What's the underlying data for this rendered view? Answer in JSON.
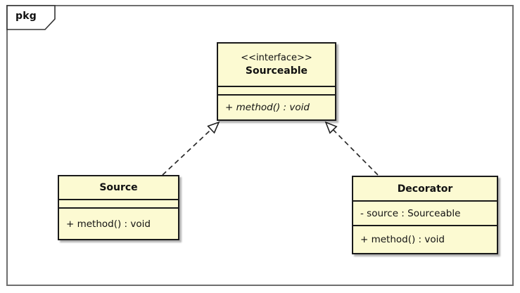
{
  "frame": {
    "label": "pkg"
  },
  "diagram": {
    "type": "uml-class-diagram",
    "interface": {
      "stereotype": "<<interface>>",
      "name": "Sourceable",
      "attributes": [],
      "operations": [
        "+ method() : void"
      ]
    },
    "source": {
      "name": "Source",
      "attributes": [],
      "operations": [
        "+ method() : void"
      ]
    },
    "decorator": {
      "name": "Decorator",
      "attributes": [
        "- source : Sourceable"
      ],
      "operations": [
        "+ method() : void"
      ]
    },
    "relations": [
      {
        "from": "Source",
        "to": "Sourceable",
        "type": "realization",
        "line": "dashed",
        "arrowhead": "hollow-triangle"
      },
      {
        "from": "Decorator",
        "to": "Sourceable",
        "type": "realization",
        "line": "dashed",
        "arrowhead": "hollow-triangle"
      }
    ],
    "colors": {
      "class_fill": "#fcfad2",
      "class_border": "#1a1a1a",
      "frame_border": "#6e6e6e",
      "edge_color": "#2a2a2a",
      "background": "#ffffff"
    }
  }
}
